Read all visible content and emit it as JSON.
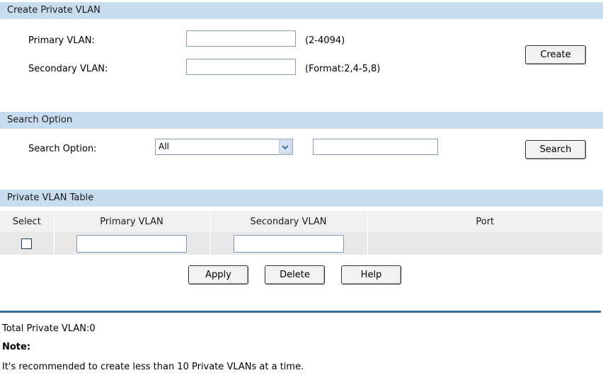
{
  "create_section": {
    "header": "Create Private VLAN",
    "primary_label": "Primary VLAN:",
    "primary_value": "",
    "primary_hint": "(2-4094)",
    "secondary_label": "Secondary VLAN:",
    "secondary_value": "",
    "secondary_hint": "(Format:2,4-5,8)",
    "create_button": "Create"
  },
  "search_section": {
    "header": "Search Option",
    "label": "Search Option:",
    "selected_option": "All",
    "search_value": "",
    "search_button": "Search"
  },
  "table_section": {
    "header": "Private VLAN Table",
    "columns": [
      "Select",
      "Primary VLAN",
      "Secondary VLAN",
      "Port"
    ],
    "row": {
      "primary_value": "",
      "secondary_value": "",
      "checked": false
    }
  },
  "actions": {
    "apply": "Apply",
    "delete": "Delete",
    "help": "Help"
  },
  "footer": {
    "total": "Total Private VLAN:0",
    "note_title": "Note:",
    "note_text": "It's recommended to create less than 10 Private VLANs at a time."
  },
  "colors": {
    "header_bg": "#c8dcf0",
    "rule": "#3a6e9a"
  }
}
